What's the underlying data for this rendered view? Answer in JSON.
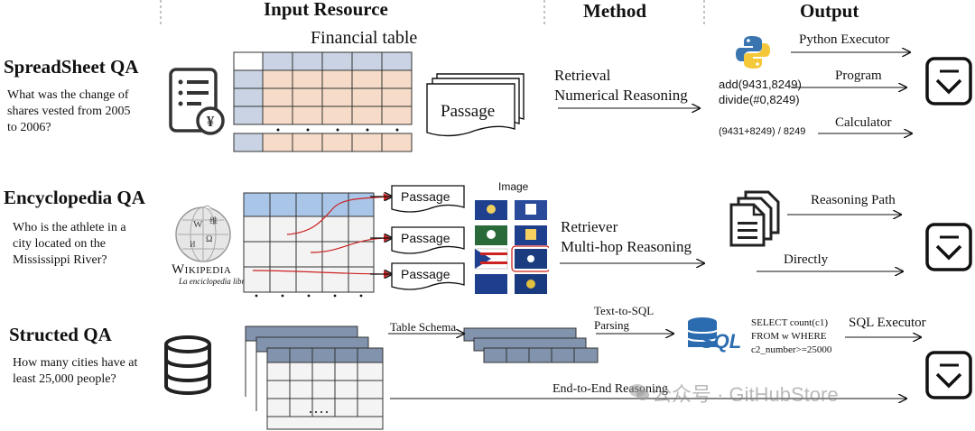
{
  "headers": {
    "input_resource": "Input Resource",
    "method": "Method",
    "output": "Output"
  },
  "spreadsheet": {
    "title": "SpreadSheet QA",
    "question": "What was the change of shares vested from 2005 to 2006?",
    "table_label": "Financial table",
    "passage_label": "Passage",
    "method_line1": "Retrieval",
    "method_line2": "Numerical Reasoning",
    "out_python": "Python Executor",
    "out_program": "Program",
    "out_calculator": "Calculator",
    "program_line1": "add(9431,8249)",
    "program_line2": "divide(#0,8249)",
    "calc_expr": "(9431+8249) / 8249"
  },
  "encyclopedia": {
    "title": "Encyclopedia QA",
    "question": "Who is the athlete in a city located on the Mississippi River?",
    "wiki_name": "Wikipedia",
    "wiki_tagline": "La enciclopedia libre",
    "passages": [
      "Passage",
      "Passage",
      "Passage"
    ],
    "image_label": "Image",
    "method_line1": "Retriever",
    "method_line2": "Multi-hop Reasoning",
    "out_reasoning_path": "Reasoning Path",
    "out_directly": "Directly"
  },
  "structured": {
    "title": "Structed QA",
    "question": "How many cities have at least 25,000 people?",
    "schema_label": "Table Schema",
    "method_line1": "Text-to-SQL",
    "method_line2": "Parsing",
    "sql_line1": "SELECT count(c1)",
    "sql_line2": "FROM w WHERE",
    "sql_line3": "c2_number>=25000",
    "sql_logo": "SQL",
    "out_sql_executor": "SQL Executor",
    "end_to_end": "End-to-End Reasoning"
  },
  "watermark": "公众号 · GitHubStore",
  "colors": {
    "table_header": "#c9d3e3",
    "table_peach": "#f6dcc8",
    "wiki_blue": "#a9c6e8",
    "schema_blue": "#8293ad",
    "sql_blue": "#2b6cb0",
    "arrow_red": "#cc2222"
  }
}
